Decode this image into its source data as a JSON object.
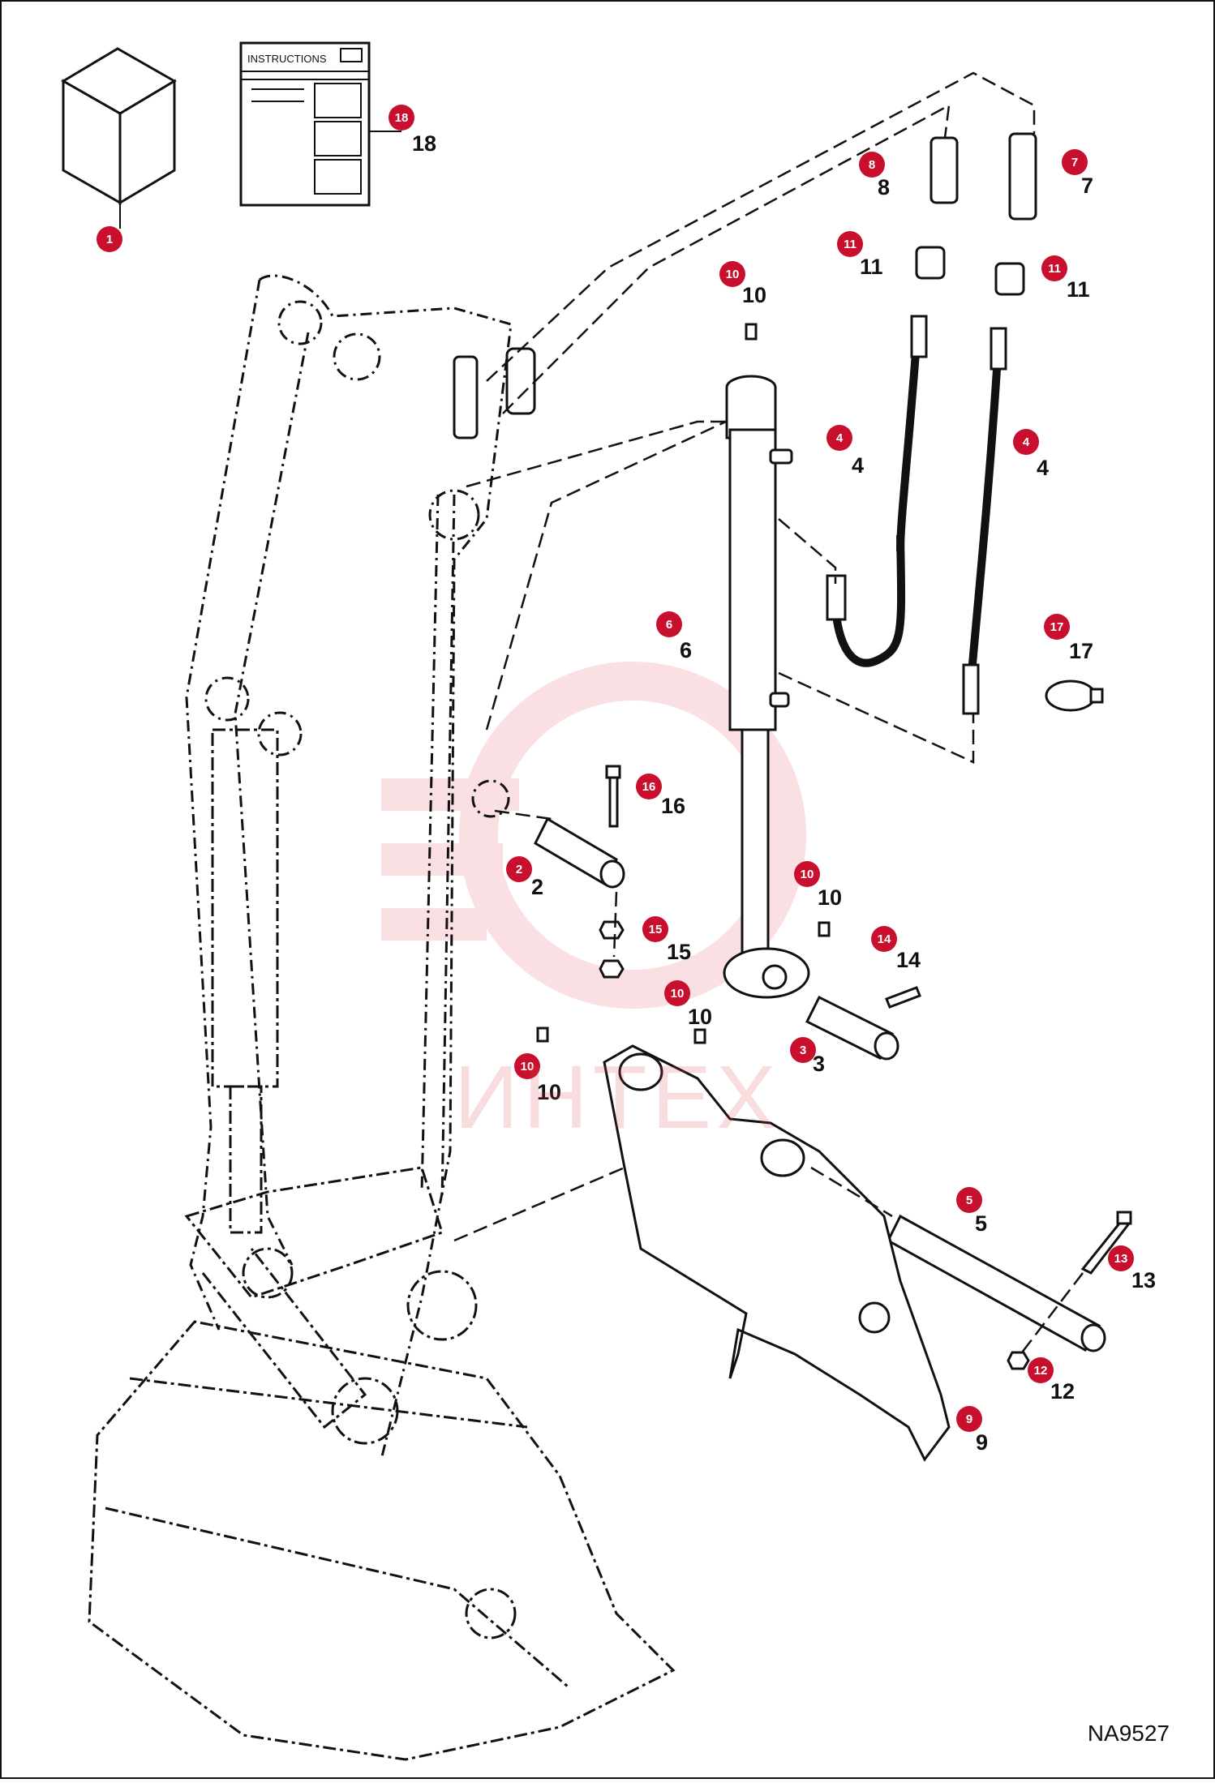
{
  "instructions_label": "INSTRUCTIONS",
  "drawing_ref": "NA9527",
  "watermark": "ИНТЕХ",
  "colors": {
    "marker": "#c8102e",
    "line": "#111111",
    "watermark": "#f2a7ad"
  },
  "parts": [
    {
      "num": "1"
    },
    {
      "num": "2"
    },
    {
      "num": "3"
    },
    {
      "num": "4"
    },
    {
      "num": "4"
    },
    {
      "num": "5"
    },
    {
      "num": "6"
    },
    {
      "num": "7"
    },
    {
      "num": "8"
    },
    {
      "num": "9"
    },
    {
      "num": "10"
    },
    {
      "num": "10"
    },
    {
      "num": "10"
    },
    {
      "num": "10"
    },
    {
      "num": "11"
    },
    {
      "num": "11"
    },
    {
      "num": "12"
    },
    {
      "num": "13"
    },
    {
      "num": "14"
    },
    {
      "num": "15"
    },
    {
      "num": "16"
    },
    {
      "num": "17"
    },
    {
      "num": "18"
    }
  ]
}
